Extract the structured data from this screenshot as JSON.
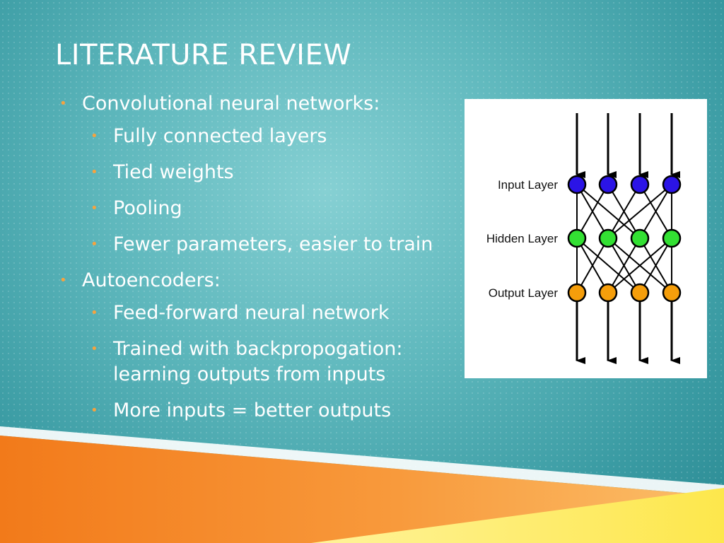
{
  "slide": {
    "title": "LITERATURE REVIEW",
    "bullets": [
      {
        "text": "Convolutional neural networks:",
        "children": [
          "Fully connected layers",
          "Tied weights",
          "Pooling",
          "Fewer parameters, easier to train"
        ]
      },
      {
        "text": "Autoencoders:",
        "children": [
          "Feed-forward neural network",
          "Trained with backpropogation: learning outputs from inputs",
          "More inputs = better outputs"
        ]
      }
    ]
  },
  "figure": {
    "input_label": "Input Layer",
    "hidden_label": "Hidden Layer",
    "output_label": "Output Layer"
  },
  "colors": {
    "background": "#5fb8bd",
    "bullet_marker": "#f4a340",
    "input_node": "#2b14e6",
    "hidden_node": "#33e033",
    "output_node": "#f59e0b",
    "band_orange": "#f7892a",
    "band_yellow": "#fff06a"
  }
}
